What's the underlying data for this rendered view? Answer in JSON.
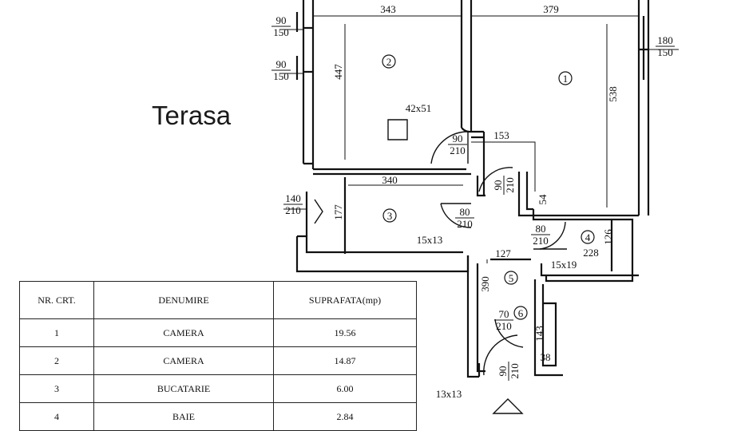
{
  "terrace_label": "Terasa",
  "rooms": [
    {
      "number": "1",
      "dims": [
        "379",
        "538"
      ]
    },
    {
      "number": "2",
      "dims": [
        "343",
        "447"
      ]
    },
    {
      "number": "3",
      "dims": [
        "340",
        "177"
      ]
    },
    {
      "number": "4",
      "dims": [
        "228",
        "126"
      ]
    },
    {
      "number": "5",
      "dims": [
        "127",
        "390"
      ]
    },
    {
      "number": "6",
      "dims": [
        "143"
      ]
    }
  ],
  "windows": [
    "90\n150",
    "90\n150",
    "180\n150"
  ],
  "doors": [
    "90\n210",
    "90\n210",
    "80\n210",
    "80\n210",
    "140\n210",
    "70\n210",
    "90\n210"
  ],
  "other_dims": [
    "42x51",
    "153",
    "54",
    "15x13",
    "15x19",
    "13x13",
    "38"
  ],
  "table": {
    "headers": [
      "NR. CRT.",
      "DENUMIRE",
      "SUPRAFATA(mp)"
    ],
    "rows": [
      [
        "1",
        "CAMERA",
        "19.56"
      ],
      [
        "2",
        "CAMERA",
        "14.87"
      ],
      [
        "3",
        "BUCATARIE",
        "6.00"
      ],
      [
        "4",
        "BAIE",
        "2.84"
      ]
    ]
  }
}
